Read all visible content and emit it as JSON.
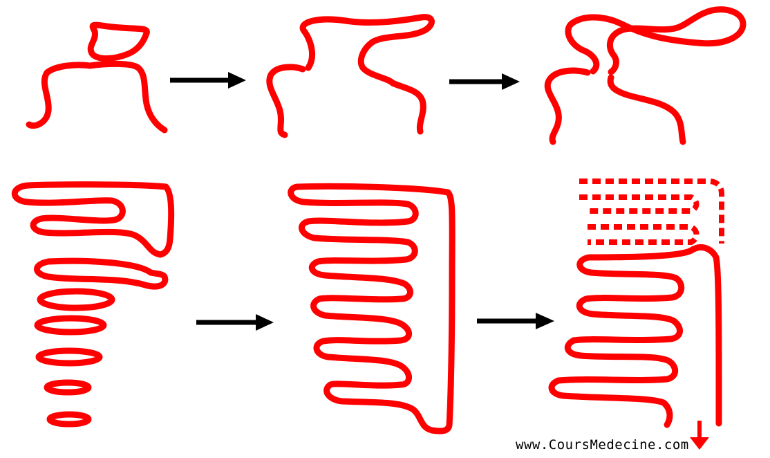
{
  "colors": {
    "tube": "#ff0000",
    "arrow": "#000000",
    "background": "#ffffff"
  },
  "watermark": "www.CoursMedecine.com",
  "stages": [
    {
      "row": "top",
      "step": 1
    },
    {
      "row": "top",
      "step": 2
    },
    {
      "row": "top",
      "step": 3
    },
    {
      "row": "bottom",
      "step": 1
    },
    {
      "row": "bottom",
      "step": 2
    },
    {
      "row": "bottom",
      "step": 3
    }
  ]
}
